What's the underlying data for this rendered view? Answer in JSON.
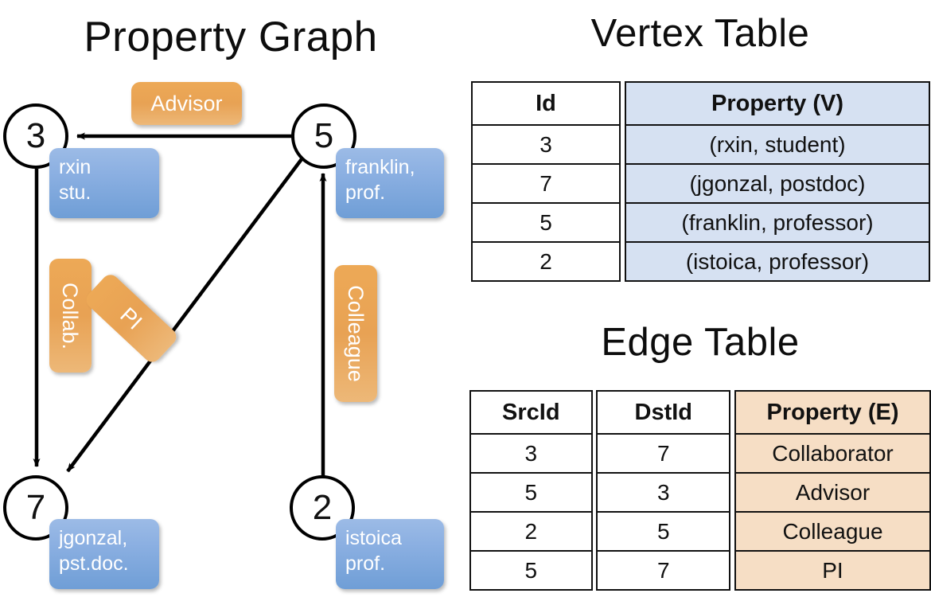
{
  "titles": {
    "property_graph": "Property Graph",
    "vertex_table": "Vertex Table",
    "edge_table": "Edge Table"
  },
  "graph": {
    "nodes": [
      {
        "id": "3",
        "property": "rxin\nstu."
      },
      {
        "id": "5",
        "property": "franklin,\nprof."
      },
      {
        "id": "7",
        "property": "jgonzal,\npst.doc."
      },
      {
        "id": "2",
        "property": "istoica\nprof."
      }
    ],
    "node_labels": {
      "n3": "3",
      "n5": "5",
      "n7": "7",
      "n2": "2"
    },
    "property_bubbles": {
      "rxin_line1": "rxin",
      "rxin_line2": "stu.",
      "franklin_line1": "franklin,",
      "franklin_line2": "prof.",
      "jgonzal_line1": "jgonzal,",
      "jgonzal_line2": "pst.doc.",
      "istoica_line1": "istoica",
      "istoica_line2": "prof."
    },
    "edge_labels": {
      "advisor": "Advisor",
      "collab": "Collab.",
      "pi": "PI",
      "colleague": "Colleague"
    },
    "edges": [
      {
        "src": "5",
        "dst": "3",
        "label": "Advisor"
      },
      {
        "src": "3",
        "dst": "7",
        "label": "Collab."
      },
      {
        "src": "5",
        "dst": "7",
        "label": "PI"
      },
      {
        "src": "2",
        "dst": "5",
        "label": "Colleague"
      }
    ]
  },
  "vertex_table": {
    "headers": [
      "Id",
      "Property (V)"
    ],
    "rows": [
      {
        "id": "3",
        "property": "(rxin, student)"
      },
      {
        "id": "7",
        "property": "(jgonzal, postdoc)"
      },
      {
        "id": "5",
        "property": "(franklin, professor)"
      },
      {
        "id": "2",
        "property": "(istoica, professor)"
      }
    ]
  },
  "edge_table": {
    "headers": [
      "SrcId",
      "DstId",
      "Property (E)"
    ],
    "rows": [
      {
        "src": "3",
        "dst": "7",
        "property": "Collaborator"
      },
      {
        "src": "5",
        "dst": "3",
        "property": "Advisor"
      },
      {
        "src": "2",
        "dst": "5",
        "property": "Colleague"
      },
      {
        "src": "5",
        "dst": "7",
        "property": "PI"
      }
    ]
  },
  "colors": {
    "vertex_property_fill": "#d6e1f2",
    "edge_property_fill": "#f6dec5",
    "node_bubble_blue": "#8cb0e2",
    "edge_label_orange": "#e8a254",
    "stroke": "#111111"
  }
}
